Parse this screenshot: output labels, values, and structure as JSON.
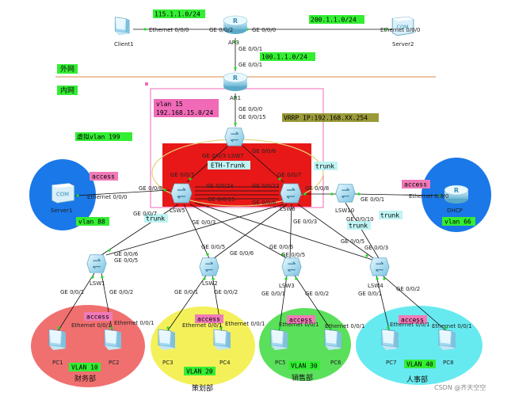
{
  "zones": {
    "outer": "外网",
    "inner": "内网",
    "virtual": "虚拟vlan 199"
  },
  "subnets": {
    "net115": "115.1.1.0/24",
    "net200": "200.1.1.0/24",
    "net100": "100.1.1.0/24"
  },
  "vlan15": {
    "line1": "vlan 15",
    "line2": "192.168.15.0/24"
  },
  "vrrp": "VRRP IP:192.168.XX.254",
  "eth_trunk": "ETH-Trunk",
  "modes": {
    "access": "access",
    "trunk": "trunk"
  },
  "devices": {
    "client1": "Client1",
    "server2": "Server2",
    "ar3": "AR3",
    "ar1": "AR1",
    "lsw7": "LSW7",
    "lsw5": "LSW5",
    "lsw6": "LSW6",
    "lsw10": "LSW10",
    "server1": "Server1",
    "dhcp": "DHCP",
    "lsw1": "LSW1",
    "lsw2": "LSW2",
    "lsw3": "LSW3",
    "lsw4": "LSW4",
    "pc1": "PC1",
    "pc2": "PC2",
    "pc3": "PC3",
    "pc4": "PC4",
    "pc5": "PC5",
    "pc6": "PC6",
    "pc7": "PC7",
    "pc8": "PC8"
  },
  "vlans": {
    "v88": "vlan 88",
    "v66": "vlan 66",
    "v10": "VLAN 10",
    "v20": "VLAN 20",
    "v30": "VLAN 30",
    "v40": "VLAN 40"
  },
  "departments": {
    "d1": "财务部",
    "d2": "策划部",
    "d3": "销售部",
    "d4": "人事部"
  },
  "ports": {
    "client1_eth": "Ethernet 0/0/0",
    "server2_eth": "Ethernet 0/0/0",
    "ar3_g2": "GE 0/0/2",
    "ar3_g0": "GE 0/0/0",
    "ar3_g1": "GE 0/0/1",
    "ar1_g1": "GE 0/0/1",
    "ar1_g0": "GE 0/0/0",
    "ar1_g15": "GE 0/0/15",
    "lsw7_a": "GE 0/0/3",
    "lsw7_b": "GE 0/0/6",
    "lsw5_g7": "GE 0/0/7",
    "lsw6_g7": "GE 0/0/7",
    "lsw5_g8": "GE 0/0/8",
    "lsw6_g8": "GE 0/0/8",
    "trunk_a": "GE 0/0/24",
    "trunk_b": "GE 0/0/22",
    "trunk_c": "GE 0/0/15",
    "lsw5_g7b": "GE 0/0/7",
    "lsw6_g6": "GE 0/0/6",
    "server1_eth": "Ethernet 0/0/0",
    "dhcp_eth": "Ethernet 0/0/0",
    "lsw10_g1": "GE 0/0/1",
    "lsw10_g10": "GE 0/0/10",
    "lsw1_a": "GE 0/0/6",
    "lsw1_b": "GE 0/0/5",
    "lsw2_a": "GE 0/0/5",
    "lsw2_b": "GE 0/0/6",
    "lsw3_a": "GE 0/0/6",
    "lsw3_b": "GE 0/0/5",
    "lsw4_a": "GE 0/0/5",
    "lsw4_b": "GE 0/0/3",
    "lsw5_d": "GE 0/0/3",
    "lsw6_d": "GE 0/0/3",
    "lsw1_d1": "GE 0/0/1",
    "lsw1_d2": "GE 0/0/2",
    "lsw2_d1": "GE 0/0/1",
    "lsw2_d2": "GE 0/0/2",
    "lsw3_d1": "GE 0/0/1",
    "lsw3_d2": "GE 0/0/2",
    "lsw4_d1": "GE 0/0/1",
    "lsw4_d2": "GE 0/0/2",
    "pc1_eth": "Ethernet 0/0/1",
    "pc2_eth": "Ethernet 0/0/1",
    "pc3_eth": "Ethernet 0/0/1",
    "pc4_eth": "Ethernet 0/0/1",
    "pc5_eth": "Ethernet 0/0/1",
    "pc6_eth": "Ethernet 0/0/1",
    "pc7_eth": "Ethernet 0/0/1",
    "pc8_eth": "Ethernet 0/0/1"
  },
  "watermark": "CSDN @齐天空空",
  "colors": {
    "green_tag": "#33ee33",
    "access_tag": "#f07ab8",
    "trunk_tag": "#bff4f4",
    "red_block": "#e81818",
    "finance": "#f07070",
    "planning": "#f4f05a",
    "sales": "#5ae05a",
    "hr": "#66eaf0",
    "server_zone": "#1a78e8"
  }
}
